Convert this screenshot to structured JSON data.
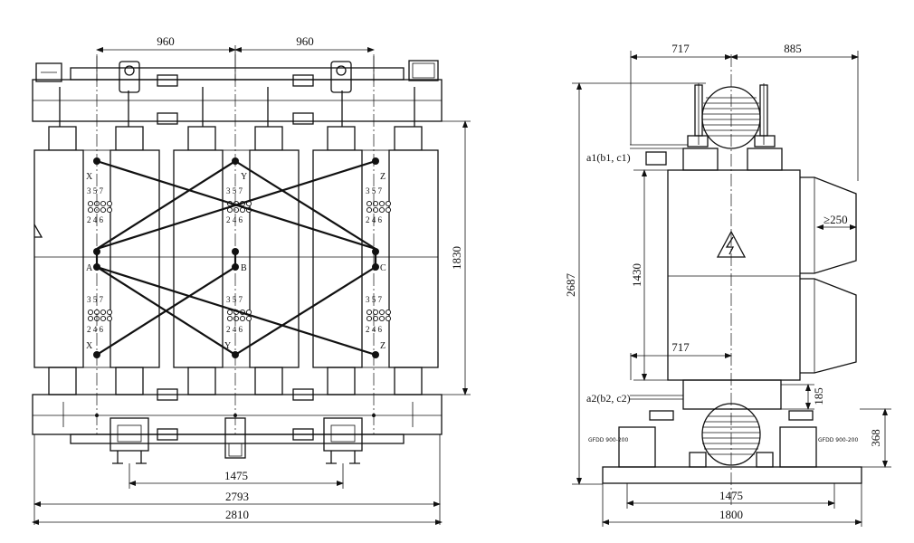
{
  "front_view": {
    "dims": {
      "phase_pitch_left": "960",
      "phase_pitch_right": "960",
      "coil_height": "1830",
      "wheel_gauge": "1475",
      "base_width": "2793",
      "overall_width": "2810"
    },
    "phases": [
      {
        "top": "X",
        "mid": "A",
        "bot": "X"
      },
      {
        "top": "Y",
        "mid": "B",
        "bot": "Y"
      },
      {
        "top": "Z",
        "mid": "C",
        "bot": "Z"
      }
    ],
    "taps_top": "3 5 7",
    "taps_bottom": "2 4 6"
  },
  "side_view": {
    "dims": {
      "left_depth": "717",
      "right_depth": "885",
      "enclosure_width": "717",
      "enclosure_height": "1430",
      "clearance": "≥250",
      "overall_height": "2687",
      "bottom_terminal": "185",
      "fan_height": "368",
      "wheel_gauge": "1475",
      "base_width": "1800"
    },
    "labels": {
      "top_terminal": "a1(b1, c1)",
      "bottom_terminal": "a2(b2, c2)",
      "fan_left": "GFDD 900-200",
      "fan_right": "GFDD 900-200"
    }
  }
}
